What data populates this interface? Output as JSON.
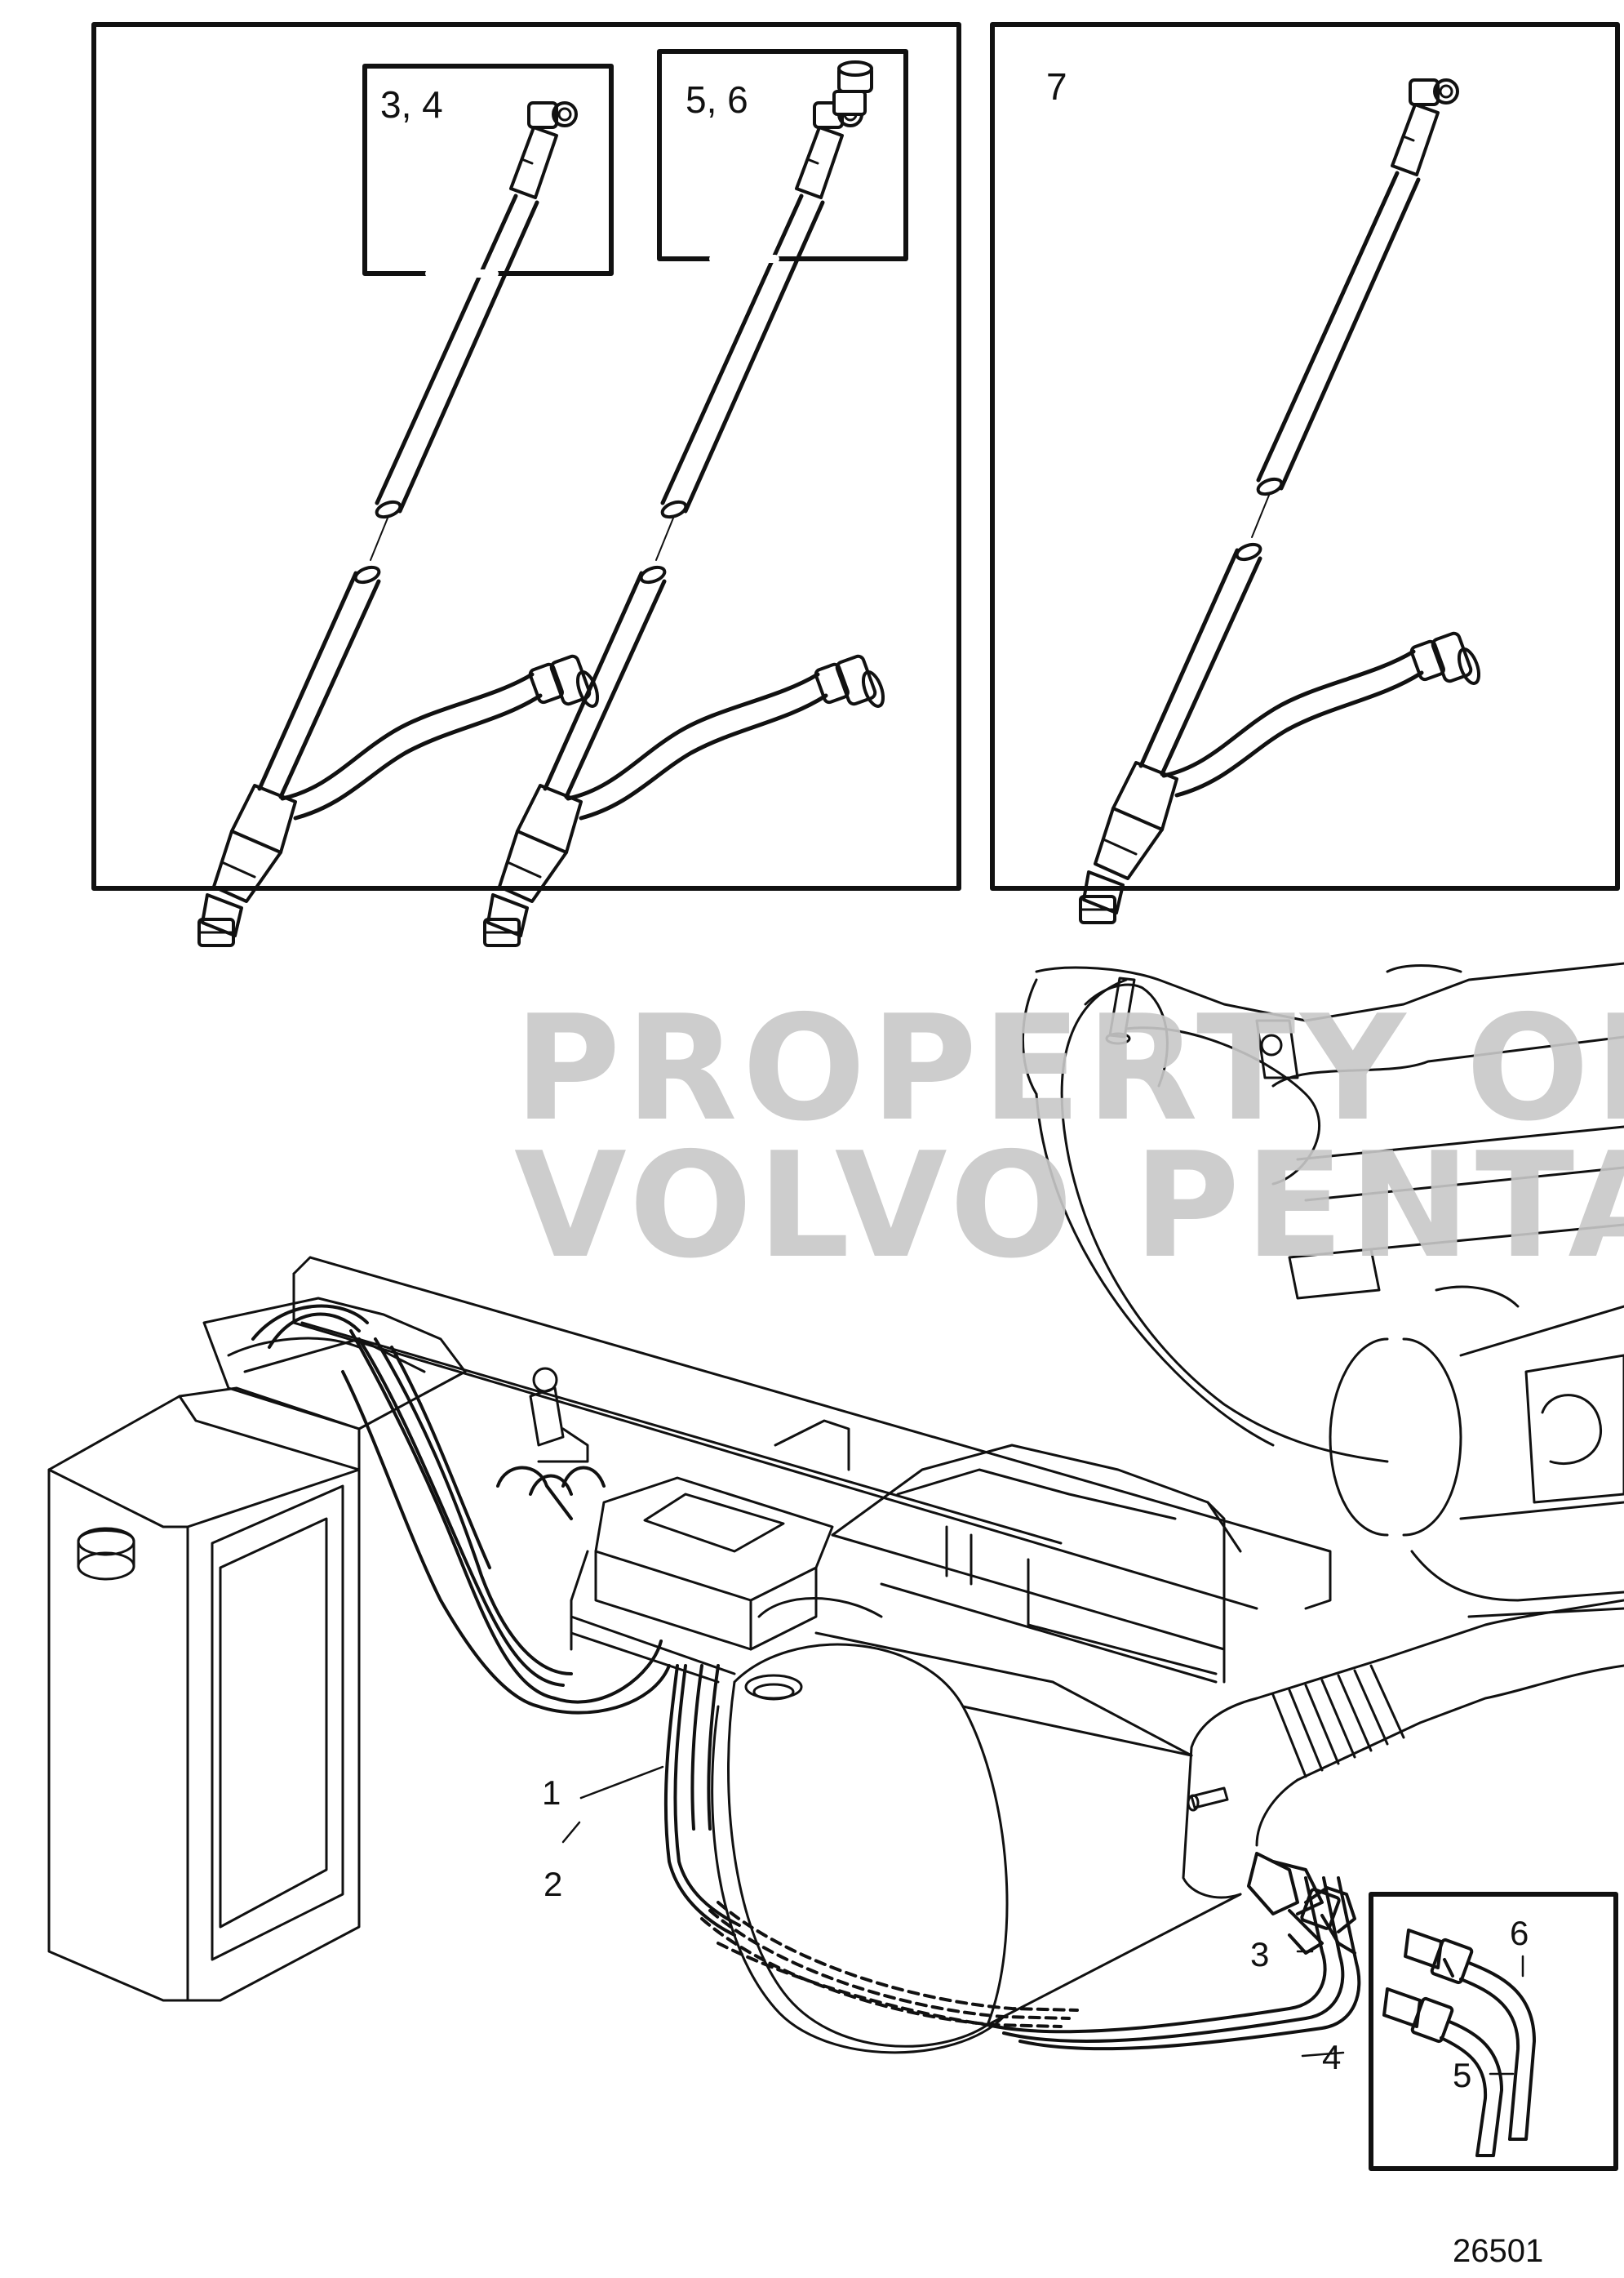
{
  "panels": [
    {
      "label": "3, 4"
    },
    {
      "label": "5, 6"
    },
    {
      "label": "7"
    }
  ],
  "callouts": [
    "1",
    "2",
    "3",
    "4",
    "5",
    "6"
  ],
  "watermark": {
    "line1": "PROPERTY OF",
    "line2": "VOLVO PENTA"
  },
  "figure_number": "26501"
}
